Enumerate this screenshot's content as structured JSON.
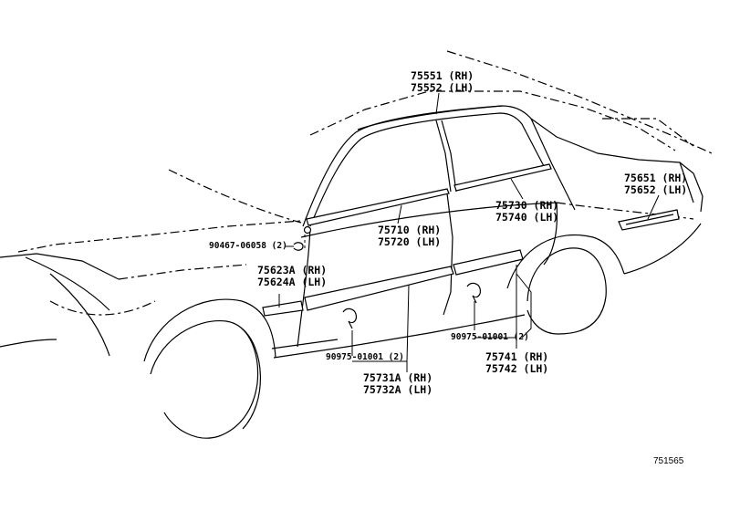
{
  "diagram": {
    "labels": {
      "p75551": "75551 (RH)",
      "p75552": "75552 (LH)",
      "p75651": "75651 (RH)",
      "p75652": "75652 (LH)",
      "p75730": "75730 (RH)",
      "p75740": "75740 (LH)",
      "p75710": "75710 (RH)",
      "p75720": "75720 (LH)",
      "p90467": "90467-06058 (2)",
      "p75623A": "75623A (RH)",
      "p75624A": "75624A (LH)",
      "p90975_right": "90975-01001 (2)",
      "p90975_left": "90975-01001 (2)",
      "p75741": "75741 (RH)",
      "p75742": "75742 (LH)",
      "p75731A": "75731A (RH)",
      "p75732A": "75732A (LH)"
    },
    "figure_code": "751565"
  }
}
